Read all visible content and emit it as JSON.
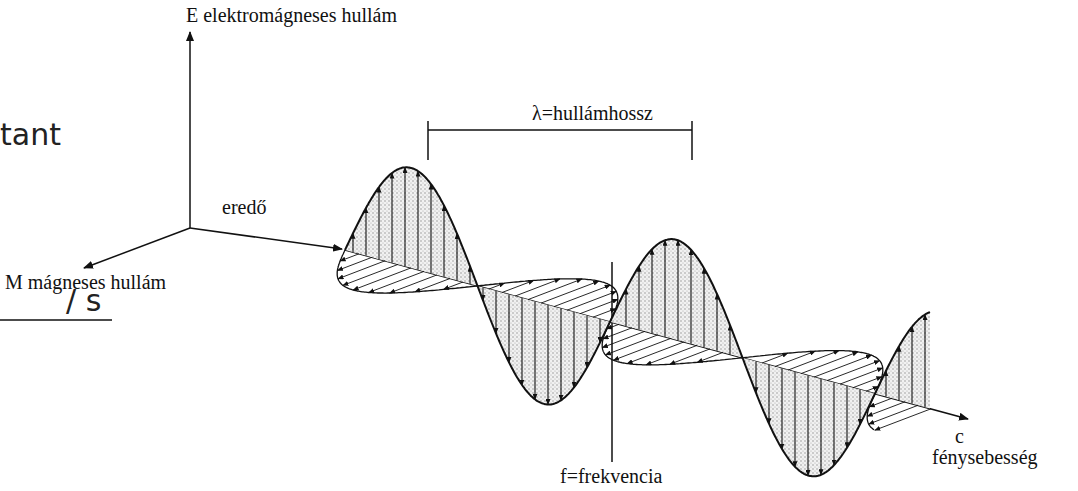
{
  "diagram": {
    "labels": [
      "E elektromágneses hullám",
      "λ=hullámhossz",
      "eredő",
      "M mágneses hullám",
      "c",
      "fénysebesség",
      "f=frekvencia",
      "tant",
      "/ s"
    ]
  }
}
